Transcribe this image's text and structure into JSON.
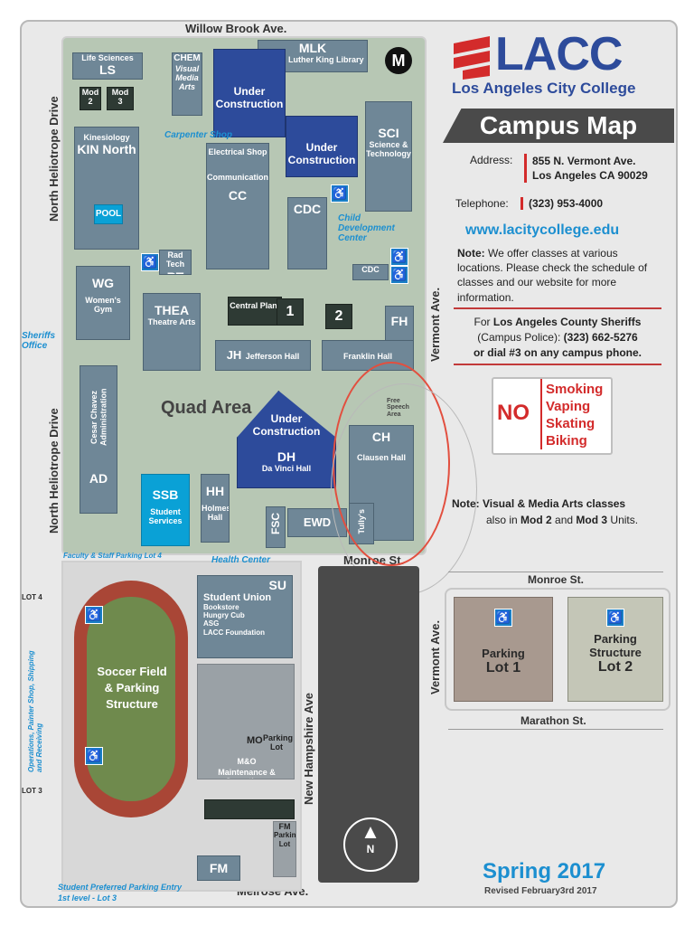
{
  "streets": {
    "north": "Willow Brook Ave.",
    "west_upper": "North Heliotrope Drive",
    "west_lower": "North Heliotrope Drive",
    "east": "Vermont Ave.",
    "east_lower": "Vermont Ave.",
    "south": "Melrose Ave.",
    "monroe_left": "Monroe St.",
    "monroe_right": "Monroe St.",
    "new_hampshire": "New Hampshire Ave",
    "marathon": "Marathon St."
  },
  "buildings": {
    "ls": {
      "abbr": "LS",
      "name": "Life Sciences"
    },
    "chem": {
      "abbr": "CHEM",
      "name": "Visual Media Arts"
    },
    "mlk": {
      "abbr": "MLK",
      "name": "Martin Luther King Library"
    },
    "metro": "M",
    "mod2": {
      "abbr": "Mod",
      "name": "2"
    },
    "mod3": {
      "abbr": "Mod",
      "name": "3"
    },
    "uc1": "Under Construction",
    "uc2": "Under Construction",
    "uc3": "Under Construction",
    "sci": {
      "abbr": "SCI",
      "name": "Science & Technology"
    },
    "kin": {
      "abbr": "KIN North",
      "name": "Kinesiology"
    },
    "pool": "POOL",
    "cc": {
      "abbr": "CC",
      "name": "Electrical Shop",
      "name2": "Communications"
    },
    "cdc": {
      "abbr": "CDC",
      "small": "CDC"
    },
    "rt": {
      "abbr": "RT",
      "name": "Rad Tech"
    },
    "wg": {
      "abbr": "WG",
      "name": "Women's Gym"
    },
    "thea": {
      "abbr": "THEA",
      "name": "Theatre Arts"
    },
    "central_plant": "Central Plant",
    "cp1": "1",
    "cp2": "2",
    "fh": {
      "abbr": "FH",
      "name": "Franklin Hall"
    },
    "jh": {
      "abbr": "JH",
      "name": "Jefferson Hall"
    },
    "dh": {
      "abbr": "DH",
      "name": "Da Vinci Hall"
    },
    "ch": {
      "abbr": "CH",
      "name": "Clausen Hall"
    },
    "ad": {
      "abbr": "AD",
      "name": "Cesar Chavez Administration"
    },
    "ssb": {
      "abbr": "SSB",
      "name": "Student Services"
    },
    "hh": {
      "abbr": "HH",
      "name": "Holmes Hall"
    },
    "fsc": "FSC",
    "ewd": "EWD",
    "tullys": "Tully's",
    "su": {
      "abbr": "SU",
      "name": "Student Union",
      "sub": [
        "Bookstore",
        "Hungry Cub",
        "ASG",
        "LACC Foundation"
      ]
    },
    "soccer": "Soccer Field & Parking Structure",
    "mo": {
      "abbr": "MO",
      "lot": "Parking Lot",
      "mo2": "M&O",
      "name": "Maintenance & Operations"
    },
    "fm": {
      "abbr": "FM",
      "small": "FM",
      "lot": "Parking Lot"
    }
  },
  "labels": {
    "quad": "Quad Area",
    "carpenter": "Carpenter Shop",
    "child_dev": "Child Development Center",
    "sheriffs": "Sheriffs Office",
    "free_speech": "Free Speech Area",
    "health_center": "Health Center",
    "faculty_parking": "Faculty & Staff Parking Lot 4",
    "lot4": "LOT 4",
    "lot3": "LOT 3",
    "operations": "Operations, Painter Shop, Shipping and Receiving",
    "student_parking1": "Student Preferred Parking Entry",
    "student_parking2": "1st level - Lot 3",
    "compass": "N"
  },
  "header": {
    "logo": "LACC",
    "college": "Los Angeles City College",
    "banner": "Campus Map"
  },
  "contact": {
    "address_label": "Address:",
    "address_line1": "855 N. Vermont Ave.",
    "address_line2": "Los Angeles CA 90029",
    "telephone_label": "Telephone:",
    "telephone": "(323) 953-4000",
    "website": "www.lacitycollege.edu",
    "note_label": "Note:",
    "note_text": "We offer classes at various locations. Please check the schedule of classes and our website for more information.",
    "sheriff_line1_pre": "For ",
    "sheriff_line1_b": "Los Angeles County Sheriffs",
    "sheriff_line2_pre": "(Campus Police): ",
    "sheriff_line2_b": "(323) 662-5276",
    "sheriff_line3": "or dial #3 on any campus phone."
  },
  "no_sign": {
    "no": "NO",
    "items": [
      "Smoking",
      "Vaping",
      "Skating",
      "Biking"
    ]
  },
  "note2": {
    "label": "Note:",
    "text1": "Visual & Media Arts classes",
    "text2_pre": "also in ",
    "mod2": "Mod 2",
    "and": " and ",
    "mod3": "Mod 3",
    "text2_post": " Units."
  },
  "lots": {
    "lot1_l1": "Parking",
    "lot1_l2": "Lot 1",
    "lot2_l1": "Parking",
    "lot2_l2": "Structure",
    "lot2_l3": "Lot 2"
  },
  "footer": {
    "season": "Spring 2017",
    "revised": "Revised February3rd 2017"
  },
  "colors": {
    "building": "#6f8797",
    "construction": "#2d4b9b",
    "student_services": "#0aa1d6",
    "accent_red": "#d32b2b"
  },
  "icons": [
    "metro-icon",
    "accessible-icon",
    "compass-icon",
    "lacc-logo-icon"
  ]
}
